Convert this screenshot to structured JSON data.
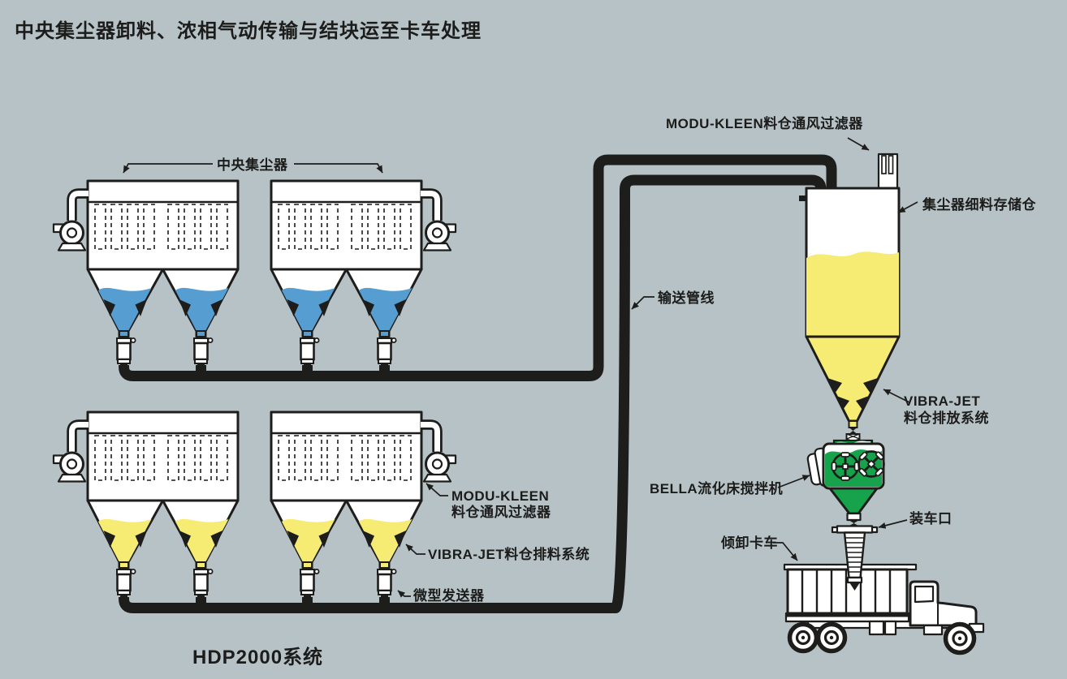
{
  "title": "中央集尘器卸料、浓相气动传输与结块运至卡车处理",
  "system_name": "HDP2000系统",
  "colors": {
    "background": "#b7c2c6",
    "line": "#1d1d1b",
    "material_blue": "#569dd1",
    "material_yellow": "#f6ec74",
    "mixer_green": "#17a34c"
  },
  "labels": {
    "central_dust_collectors": "中央集尘器",
    "modu_kleen_top": "MODU-KLEEN料仓通风过滤器",
    "storage_silo": "集尘器细料存储仓",
    "conveying_line": "输送管线",
    "vibra_jet_silo_line1": "VIBRA-JET",
    "vibra_jet_silo_line2": "料仓排放系统",
    "bella_mixer": "BELLA流化床搅拌机",
    "loading_spout": "装车口",
    "dump_truck": "倾卸卡车",
    "modu_kleen_bottom_line1": "MODU-KLEEN",
    "modu_kleen_bottom_line2": "料仓通风过滤器",
    "vibra_jet_bottom": "VIBRA-JET料仓排料系统",
    "micro_transmitter": "微型发送器"
  },
  "equipment": [
    "central-dust-collector-1",
    "central-dust-collector-2",
    "central-dust-collector-3",
    "central-dust-collector-4",
    "fines-storage-silo",
    "bin-vent-filter",
    "bella-fluidized-bed-mixer",
    "truck-loading-spout",
    "dump-truck",
    "micro-transmitters",
    "conveying-pipelines"
  ]
}
